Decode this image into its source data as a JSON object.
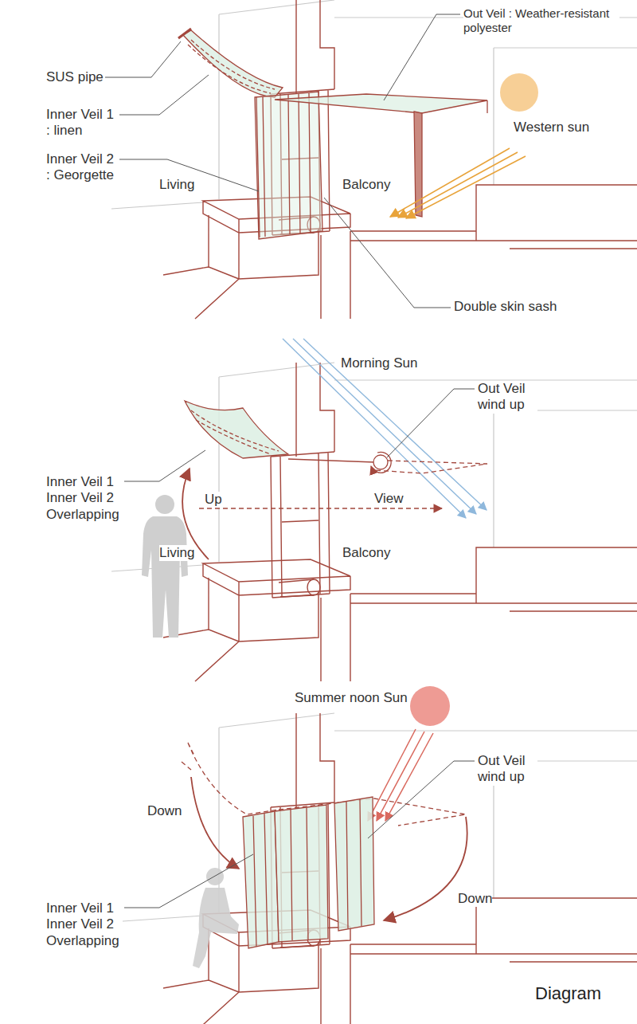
{
  "diagram": {
    "caption": "Diagram",
    "labels": [
      "SUS pipe",
      "Inner Veil 1 : linen",
      "Inner Veil 2 : Georgette",
      "Living",
      "Balcony",
      "Out Veil : Weather-resistant polyester",
      "Western sun",
      "Double skin sash",
      "Morning Sun",
      "Out Veil wind up",
      "Inner Veil 1 Inner Veil 2 Overlapping",
      "Up",
      "View",
      "Living",
      "Balcony",
      "Summer noon Sun",
      "Out Veil wind up",
      "Down",
      "Down",
      "Inner Veil 1 Inner Veil 2 Overlapping"
    ]
  }
}
